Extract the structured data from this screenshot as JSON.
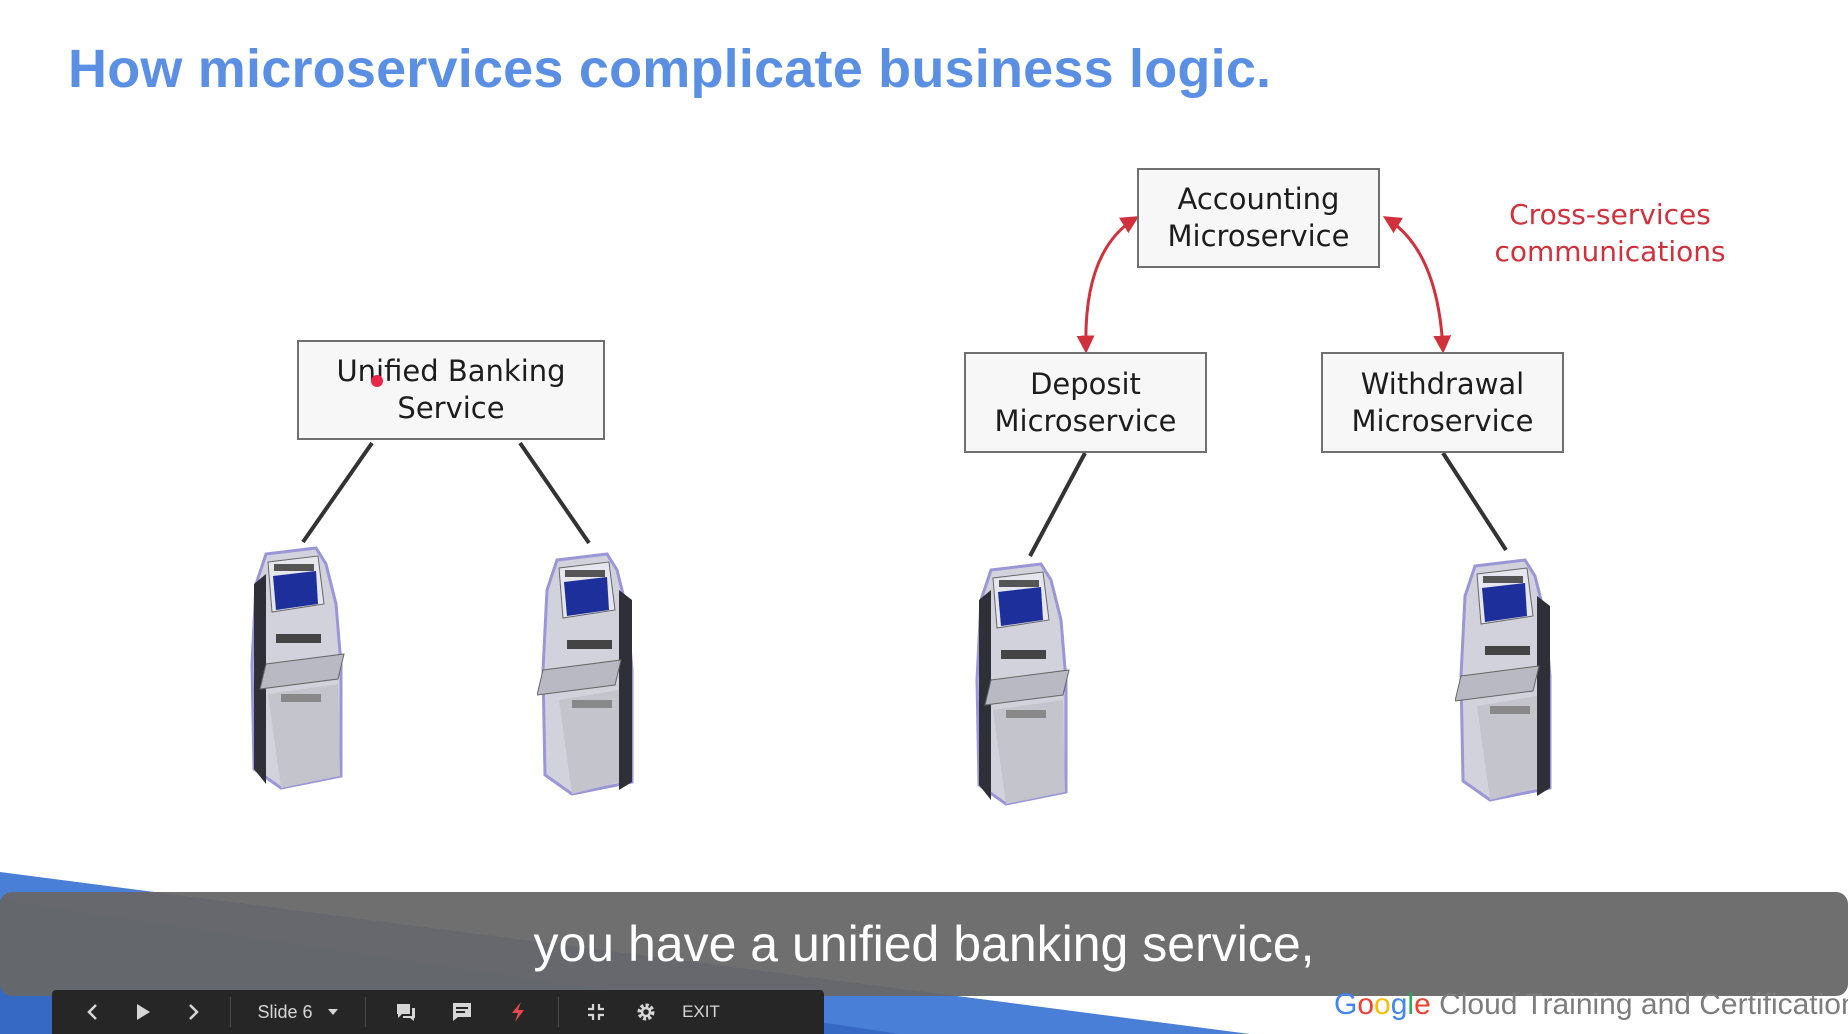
{
  "slide": {
    "title": "How microservices complicate business logic.",
    "unified_box": {
      "line1": "Unified Banking",
      "line2": "Service"
    },
    "accounting_box": {
      "line1": "Accounting",
      "line2": "Microservice"
    },
    "deposit_box": {
      "line1": "Deposit",
      "line2": "Microservice"
    },
    "withdrawal_box": {
      "line1": "Withdrawal",
      "line2": "Microservice"
    },
    "cross_label": {
      "line1": "Cross-services",
      "line2": "communications"
    }
  },
  "caption": {
    "text": "you have a unified banking service,"
  },
  "player": {
    "prev_icon": "chevron-left-icon",
    "play_icon": "play-icon",
    "next_icon": "chevron-right-icon",
    "slide_label": "Slide 6",
    "dropdown_icon": "caret-down-icon",
    "comments_icon": "comments-icon",
    "notes_icon": "speaker-notes-icon",
    "laser_icon": "laser-pointer-icon",
    "exit_fullscreen_icon": "exit-fullscreen-icon",
    "settings_icon": "gear-icon",
    "exit_label": "EXIT"
  },
  "brand": {
    "google": "Google",
    "rest": " Cloud Training and Certification"
  },
  "colors": {
    "title": "#5b8fe4",
    "arrow": "#d0313d",
    "connector": "#333333",
    "caption_bg": "#676767",
    "player_bg": "#262626",
    "pointer": "#e8264a"
  }
}
